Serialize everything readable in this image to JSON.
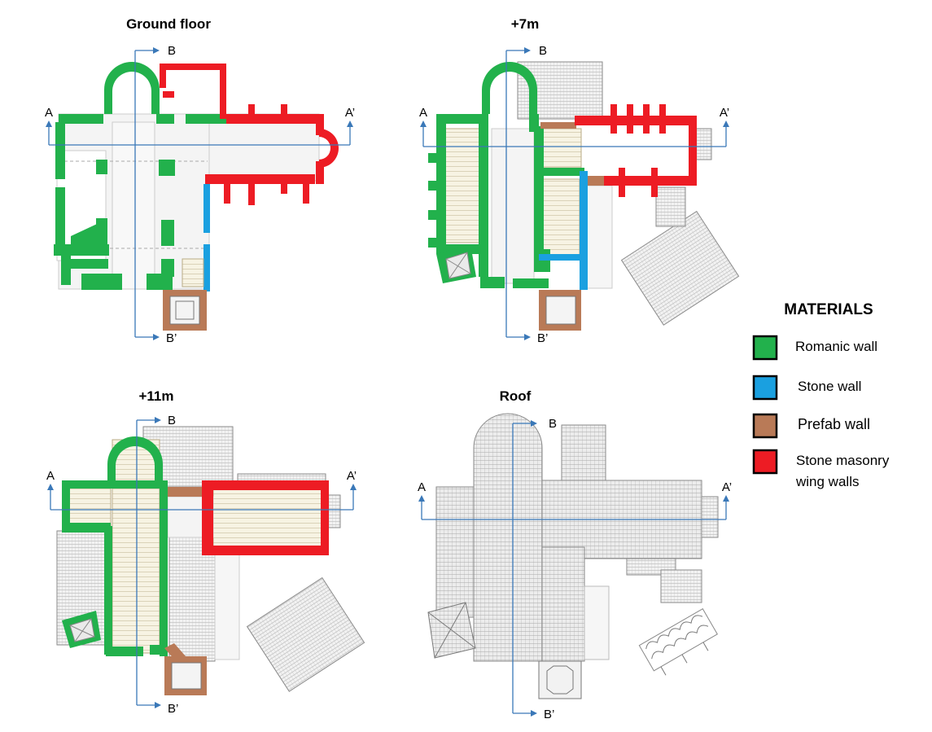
{
  "plans": [
    {
      "title": "Ground floor",
      "section_a": "A",
      "section_a_prime": "A’",
      "section_b": "B",
      "section_b_prime": "B’"
    },
    {
      "title": "+7m",
      "section_a": "A",
      "section_a_prime": "A’",
      "section_b": "B",
      "section_b_prime": "B’"
    },
    {
      "title": "+11m",
      "section_a": "A",
      "section_a_prime": "A’",
      "section_b": "B",
      "section_b_prime": "B’"
    },
    {
      "title": "Roof",
      "section_a": "A",
      "section_a_prime": "A’",
      "section_b": "B",
      "section_b_prime": "B’"
    }
  ],
  "legend": {
    "title": "MATERIALS",
    "items": [
      {
        "label": "Romanic wall",
        "color": "#22b14c"
      },
      {
        "label": "Stone wall",
        "color": "#1aa0e0"
      },
      {
        "label": "Prefab wall",
        "color": "#b97a57"
      },
      {
        "label": "Stone masonry",
        "label2": "wing walls",
        "color": "#ed1c24"
      }
    ]
  },
  "colors": {
    "romanic": "#22b14c",
    "stone": "#1aa0e0",
    "prefab": "#b97a57",
    "masonry": "#ed1c24",
    "section_line": "#3a78b8"
  }
}
